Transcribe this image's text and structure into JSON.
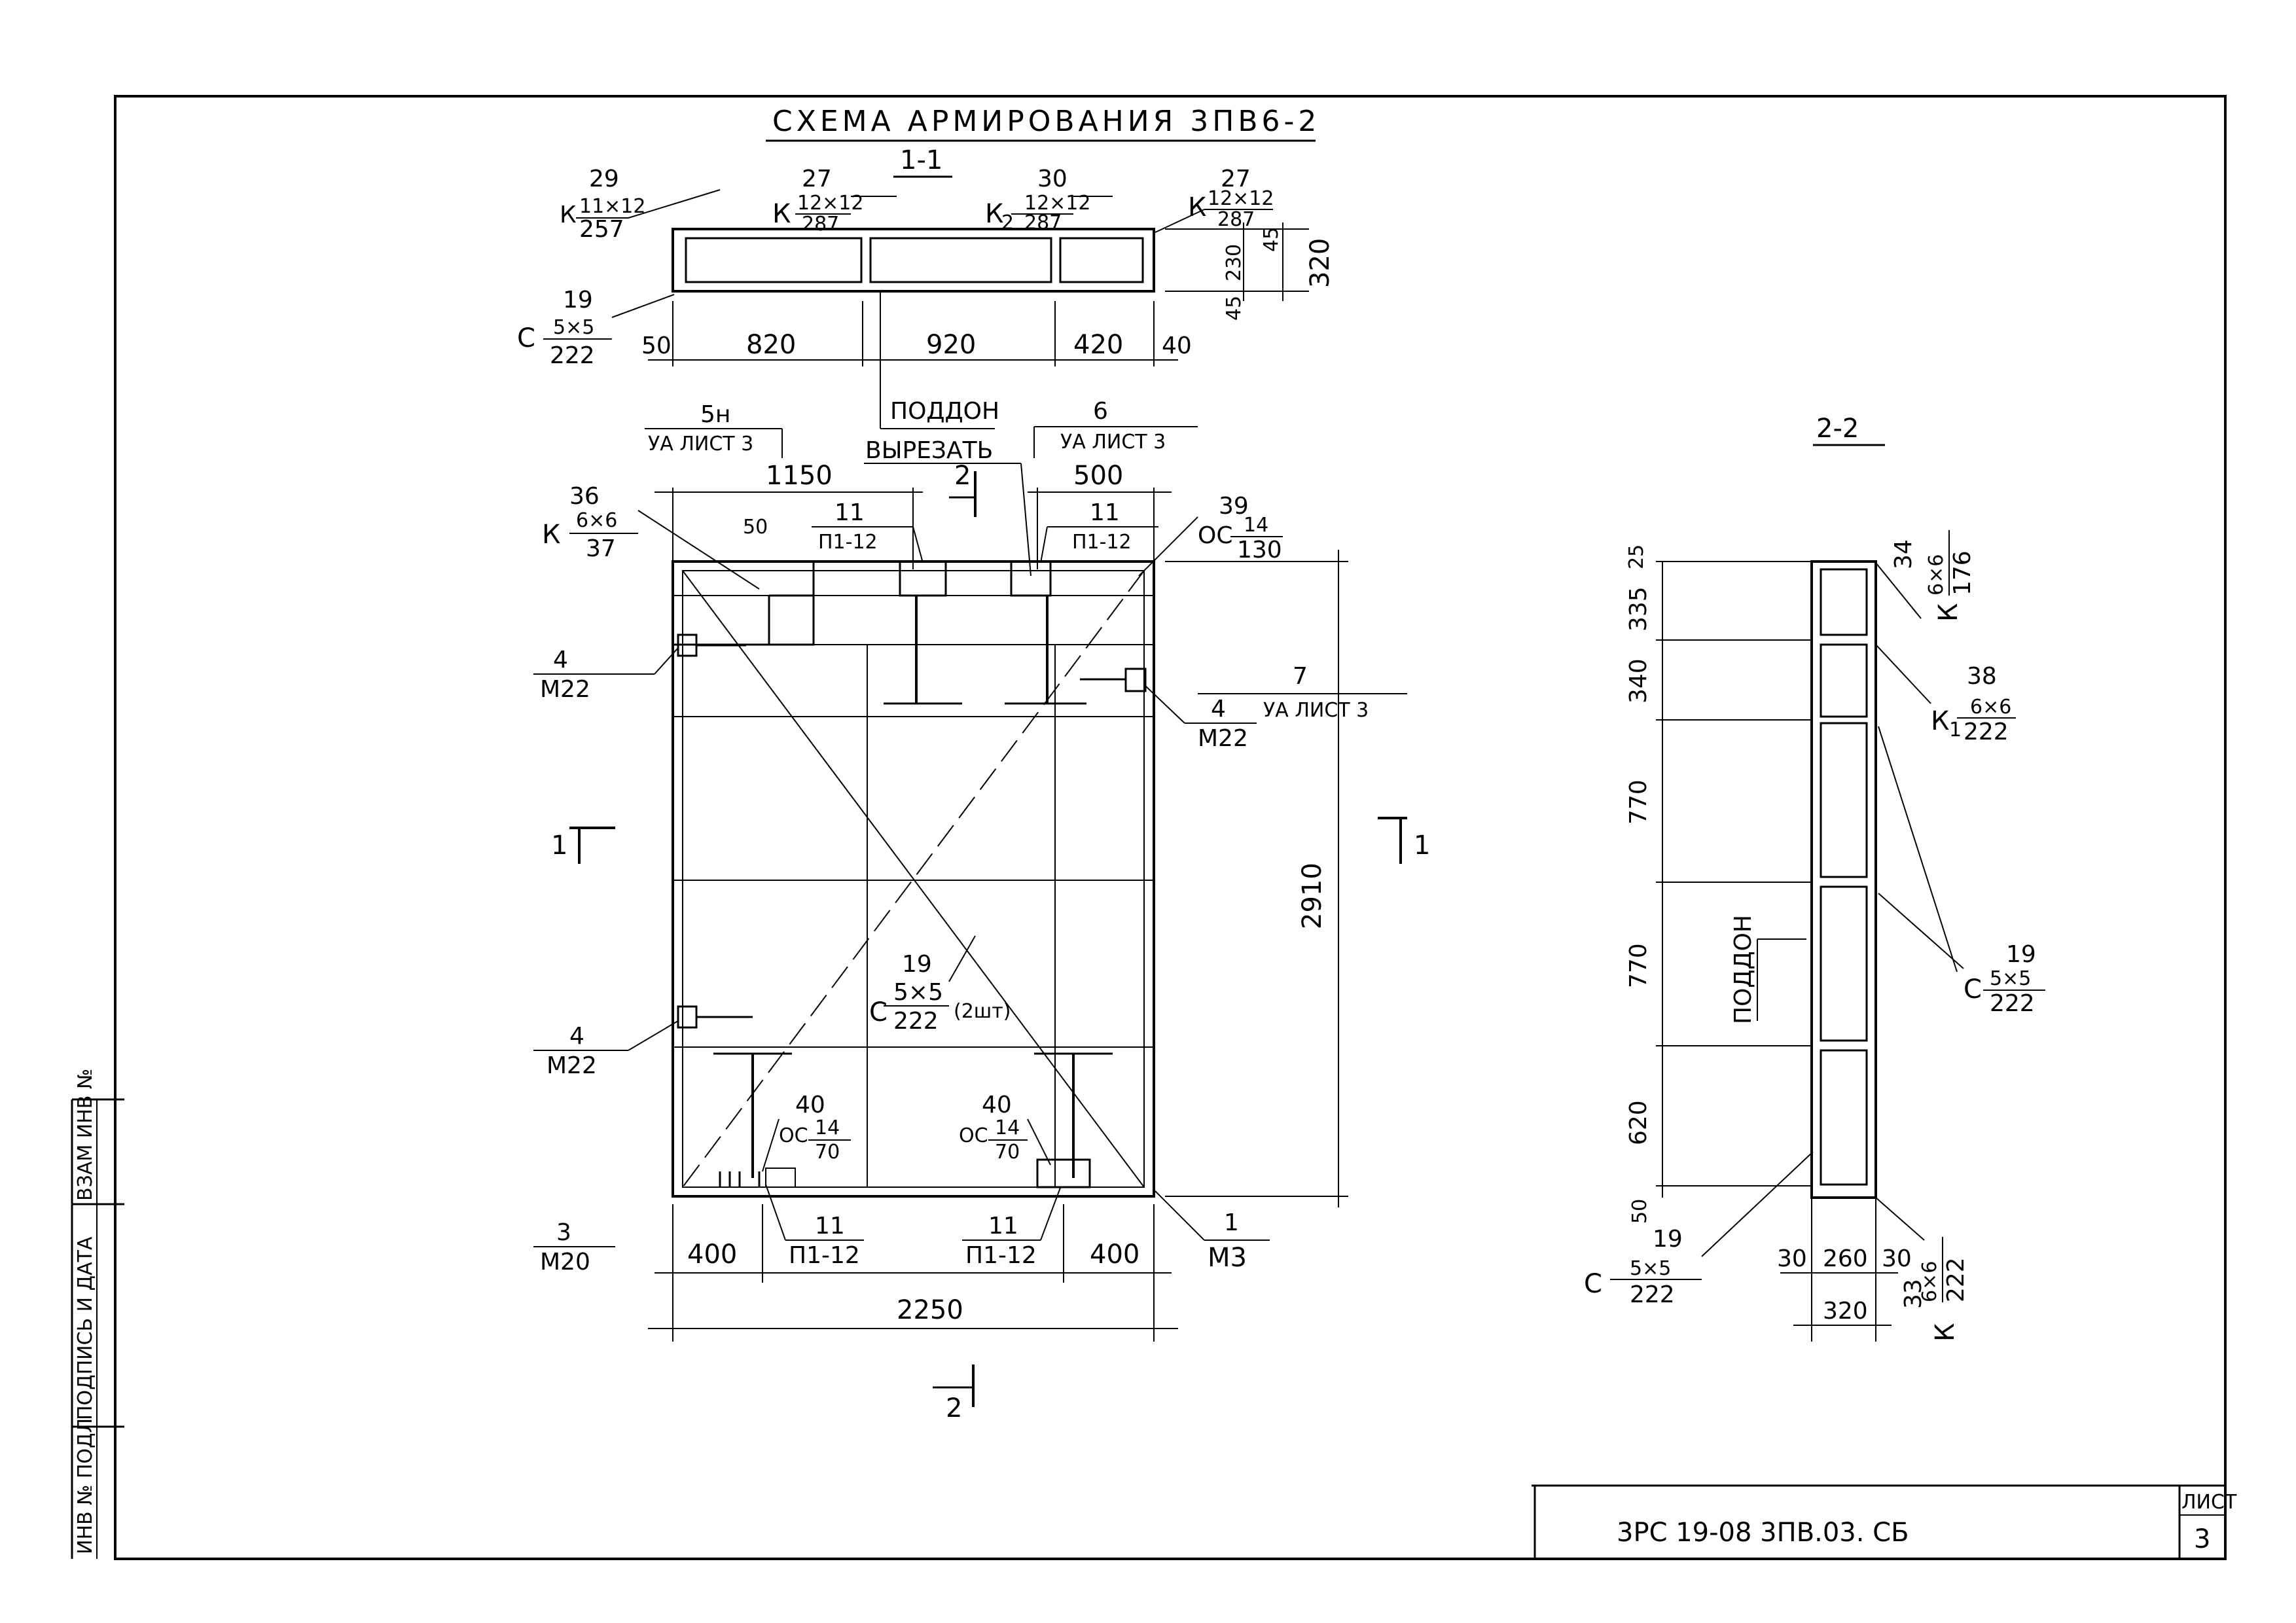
{
  "title": "СХЕМА АРМИРОВАНИЯ 3ПВ6-2",
  "section_11": {
    "label": "1-1",
    "callouts": [
      {
        "num": "29",
        "text": "К",
        "top": "11×12",
        "bottom": "257"
      },
      {
        "num": "27",
        "text": "К",
        "top": "12×12",
        "bottom": "287"
      },
      {
        "num": "30",
        "text": "К",
        "sub": "2",
        "top": "12×12",
        "bottom": "287"
      },
      {
        "num": "27",
        "text": "К",
        "top": "12×12",
        "bottom": "287"
      },
      {
        "num": "19",
        "text": "С",
        "top": "5×5",
        "bottom": "222"
      }
    ],
    "dims_h": [
      "50",
      "820",
      "920",
      "420",
      "40"
    ],
    "dims_v": [
      "45",
      "230",
      "45",
      "320"
    ],
    "poddon": "ПОДДОН"
  },
  "plan": {
    "refs": [
      {
        "num": "5н",
        "sheet": "УА ЛИСТ 3"
      },
      {
        "num": "6",
        "sheet": "УА ЛИСТ 3"
      },
      {
        "num": "7",
        "sheet": "УА ЛИСТ 3"
      }
    ],
    "vyrezat": "ВЫРЕЗАТЬ",
    "top_dims": [
      "1150",
      "500",
      "50"
    ],
    "bottom_dims": [
      "400",
      "400",
      "2250"
    ],
    "height_dim": "2910",
    "section_marks": [
      "1",
      "1",
      "2",
      "2"
    ],
    "callouts": [
      {
        "num": "36",
        "text": "К",
        "top": "6×6",
        "bottom": "37"
      },
      {
        "num": "11",
        "text": "П1-12"
      },
      {
        "num": "11",
        "text": "П1-12"
      },
      {
        "num": "39",
        "text": "ОС",
        "top": "14",
        "bottom": "130"
      },
      {
        "num": "4",
        "text": "М22"
      },
      {
        "num": "4",
        "text": "М22"
      },
      {
        "num": "4",
        "text": "М22"
      },
      {
        "num": "19",
        "text": "С",
        "top": "5×5",
        "bottom": "222",
        "extra": "(2шт)"
      },
      {
        "num": "40",
        "text": "ОС",
        "top": "14",
        "bottom": "70"
      },
      {
        "num": "40",
        "text": "ОС",
        "top": "14",
        "bottom": "70"
      },
      {
        "num": "3",
        "text": "М20"
      },
      {
        "num": "11",
        "text": "П1-12"
      },
      {
        "num": "11",
        "text": "П1-12"
      },
      {
        "num": "1",
        "text": "М3"
      }
    ]
  },
  "section_22": {
    "label": "2-2",
    "dims_v": [
      "25",
      "335",
      "340",
      "770",
      "770",
      "620",
      "50"
    ],
    "dims_h": [
      "30",
      "260",
      "30",
      "320"
    ],
    "poddon": "ПОДДОН",
    "callouts": [
      {
        "num": "34",
        "text": "К",
        "top": "6×6",
        "bottom": "176"
      },
      {
        "num": "38",
        "text": "К",
        "sub": "1",
        "top": "6×6",
        "bottom": "222"
      },
      {
        "num": "19",
        "text": "С",
        "top": "5×5",
        "bottom": "222"
      },
      {
        "num": "19",
        "text": "С",
        "top": "5×5",
        "bottom": "222"
      },
      {
        "num": "33",
        "text": "К",
        "top": "6×6",
        "bottom": "222"
      }
    ]
  },
  "side_stamp": [
    "ИНВ № ПОДЛ",
    "ПОДПИСЬ И ДАТА",
    "ВЗАМ ИНВ №"
  ],
  "title_block": {
    "code": "3РС 19-08 3ПВ.03. СБ",
    "sheet_label": "ЛИСТ",
    "sheet_num": "3"
  }
}
